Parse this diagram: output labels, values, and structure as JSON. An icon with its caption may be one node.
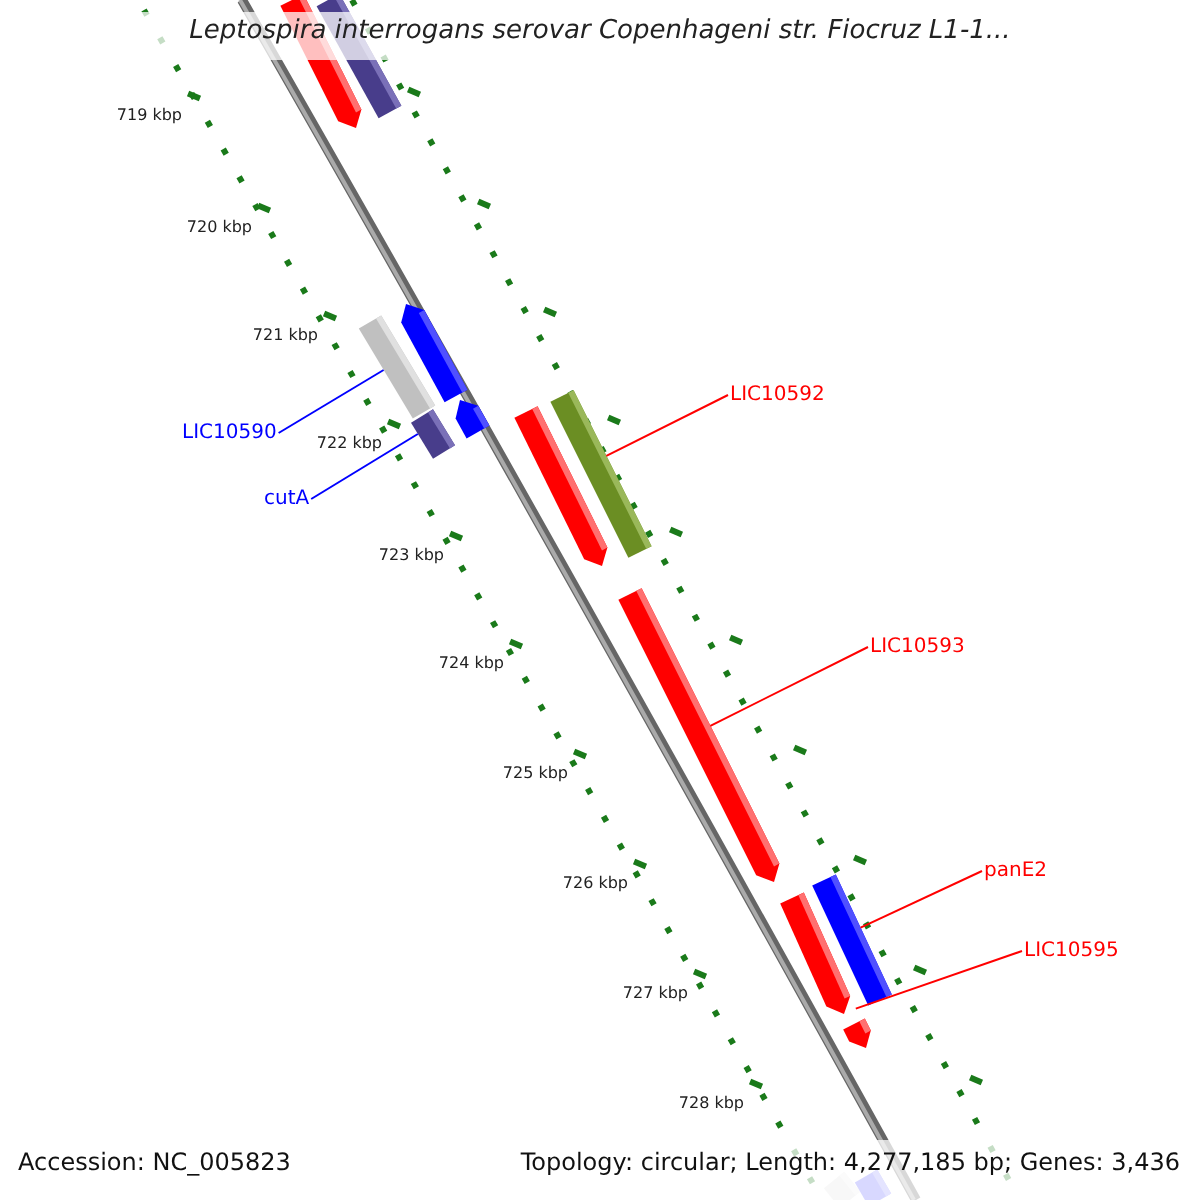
{
  "diagram": {
    "title": "Leptospira interrogans serovar Copenhageni str. Fiocruz L1-1...",
    "nodes": [
      {
        "text": [
          "LIC10590"
        ]
      },
      {
        "text": [
          "cutA"
        ]
      },
      {
        "text": [
          "LIC10592"
        ]
      },
      {
        "text": [
          "LIC10593"
        ]
      },
      {
        "text": [
          "panE2"
        ]
      },
      {
        "text": [
          "LIC10595"
        ]
      },
      {
        "text": [],
        "shape": "bar"
      },
      {
        "text": [],
        "shape": "bar"
      },
      {
        "text": [],
        "shape": "bar"
      },
      {
        "text": [],
        "shape": "bar"
      },
      {
        "text": [],
        "shape": "bar"
      },
      {
        "text": [],
        "shape": "bar"
      },
      {
        "text": [],
        "shape": "bar"
      },
      {
        "text": [],
        "shape": "bar"
      },
      {
        "text": [],
        "shape": "bar"
      },
      {
        "text": [],
        "shape": "bar"
      },
      {
        "text": [],
        "shape": "bar"
      },
      {
        "text": [],
        "shape": "bar"
      },
      {
        "text": [],
        "shape": "bar"
      },
      {
        "text": [],
        "shape": "bar"
      }
    ],
    "edges": [
      {
        "from": 0,
        "to": 8,
        "arrow": "none",
        "color": "#0000ff"
      },
      {
        "from": 1,
        "to": 10,
        "arrow": "none",
        "color": "#0000ff"
      },
      {
        "from": 2,
        "to": 13,
        "arrow": "none"
      },
      {
        "from": 3,
        "to": 14,
        "arrow": "none"
      },
      {
        "from": 4,
        "to": 16,
        "arrow": "none"
      },
      {
        "from": 5,
        "to": 15,
        "arrow": "none"
      }
    ],
    "labels": [
      "719 kbp",
      "720 kbp",
      "721 kbp",
      "722 kbp",
      "723 kbp",
      "724 kbp",
      "725 kbp",
      "726 kbp",
      "727 kbp",
      "728 kbp",
      "Accession: NC_005823",
      "Topology: circular; Length: 4,277,185 bp; Genes: 3,436"
    ]
  }
}
